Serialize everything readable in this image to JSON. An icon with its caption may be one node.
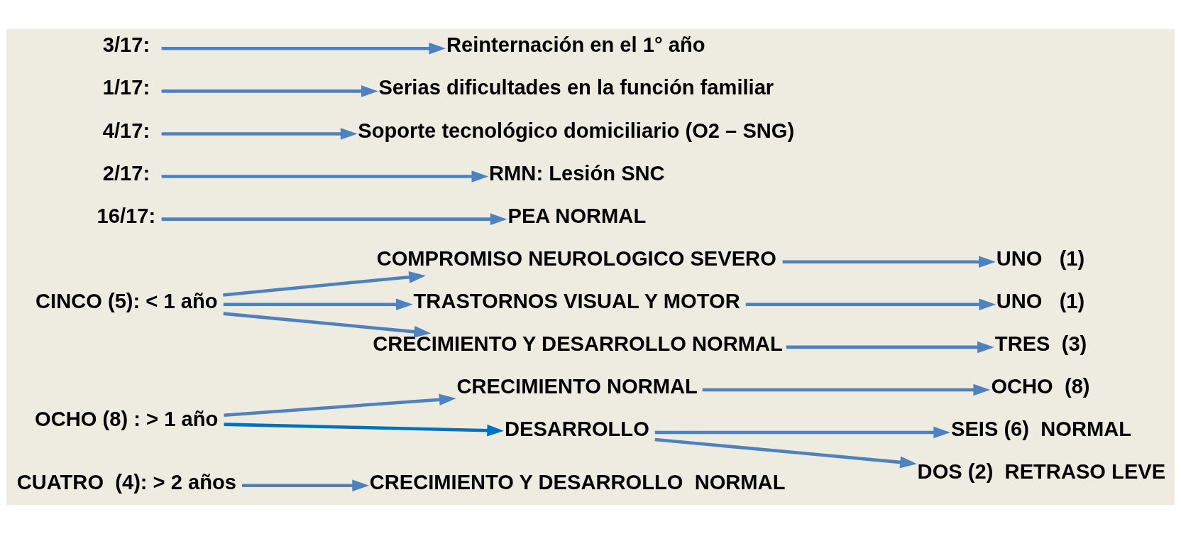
{
  "diagram": {
    "nodes": [
      {
        "text": [
          "CUATRO  (4): > 2 años"
        ]
      },
      {
        "text": [
          "CRECIMIENTO Y DESARROLLO  NORMAL"
        ]
      },
      {
        "text": [
          "OCHO (8) : > 1 año"
        ]
      },
      {
        "text": [
          "CRECIMIENTO NORMAL"
        ]
      },
      {
        "text": [
          "DESARROLLO"
        ]
      },
      {
        "text": [
          "OCHO  (8)"
        ]
      },
      {
        "text": [
          "SEIS (6)  NORMAL"
        ]
      },
      {
        "text": [
          "DOS (2)  RETRASO LEVE"
        ]
      },
      {
        "text": [
          "CINCO (5): < 1 año"
        ]
      },
      {
        "text": [
          "COMPROMISO NEUROLOGICO SEVERO"
        ]
      },
      {
        "text": [
          "TRASTORNOS VISUAL Y MOTOR"
        ]
      },
      {
        "text": [
          "CRECIMIENTO Y DESARROLLO NORMAL"
        ]
      },
      {
        "text": [
          "UNO   (1)"
        ]
      },
      {
        "text": [
          "UNO   (1)"
        ]
      },
      {
        "text": [
          "TRES  (3)"
        ]
      },
      {
        "text": [
          "16/17:"
        ]
      },
      {
        "text": [
          "PEA NORMAL"
        ]
      },
      {
        "text": [
          "2/17:"
        ]
      },
      {
        "text": [
          "RMN: Lesión SNC"
        ]
      },
      {
        "text": [
          "4/17:"
        ]
      },
      {
        "text": [
          "Soporte tecnológico domiciliario (O2 – SNG)"
        ]
      },
      {
        "text": [
          "1/17:"
        ]
      },
      {
        "text": [
          "Serias dificultades en la función familiar"
        ]
      },
      {
        "text": [
          "3/17:"
        ]
      },
      {
        "text": [
          "Reinternación en el 1° año"
        ]
      }
    ],
    "edges": [
      {
        "from": 0,
        "to": 1,
        "arrow": "to"
      },
      {
        "from": 2,
        "to": 3,
        "arrow": "to"
      },
      {
        "from": 2,
        "to": 4,
        "arrow": "to",
        "color": "#0070c0"
      },
      {
        "from": 3,
        "to": 5,
        "arrow": "to"
      },
      {
        "from": 4,
        "to": 6,
        "arrow": "to"
      },
      {
        "from": 4,
        "to": 7,
        "arrow": "to"
      },
      {
        "from": 8,
        "to": 9,
        "arrow": "to"
      },
      {
        "from": 8,
        "to": 10,
        "arrow": "to"
      },
      {
        "from": 8,
        "to": 11,
        "arrow": "to"
      },
      {
        "from": 9,
        "to": 12,
        "arrow": "to"
      },
      {
        "from": 10,
        "to": 13,
        "arrow": "to"
      },
      {
        "from": 11,
        "to": 14,
        "arrow": "to"
      },
      {
        "from": 15,
        "to": 16,
        "arrow": "to"
      },
      {
        "from": 17,
        "to": 18,
        "arrow": "to"
      },
      {
        "from": 19,
        "to": 20,
        "arrow": "to"
      },
      {
        "from": 21,
        "to": 22,
        "arrow": "to"
      },
      {
        "from": 23,
        "to": 24,
        "arrow": "to"
      }
    ]
  }
}
